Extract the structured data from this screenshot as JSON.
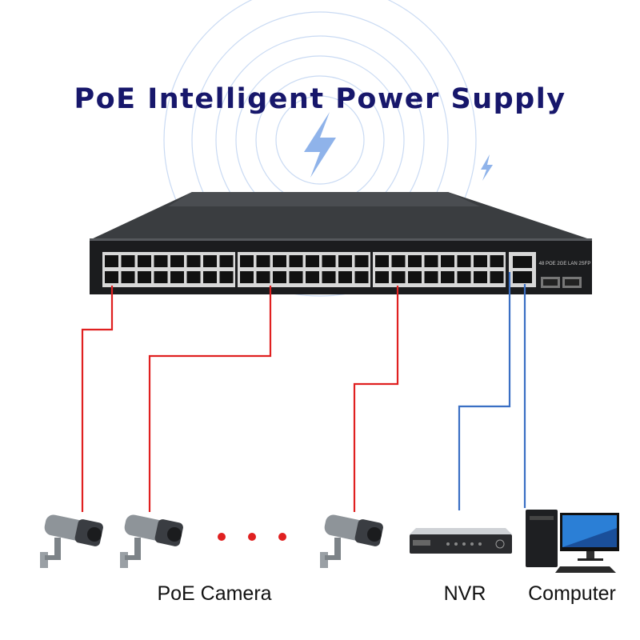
{
  "title": "PoE Intelligent Power Supply",
  "switch": {
    "model_label": "48 POE 2GE LAN 2SFP"
  },
  "devices": {
    "camera_label": "PoE Camera",
    "nvr_label": "NVR",
    "computer_label": "Computer"
  },
  "colors": {
    "title": "#17176b",
    "poe_wire": "#e02020",
    "lan_wire": "#3a6fc4",
    "accent": "#7fa6e0"
  }
}
